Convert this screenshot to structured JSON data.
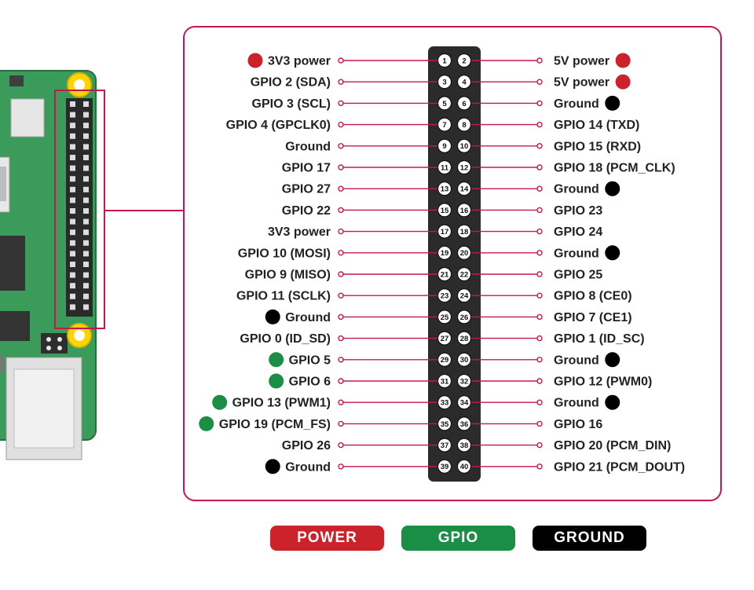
{
  "colors": {
    "power": "#cc2229",
    "gpio": "#1b8e45",
    "ground": "#000000",
    "frame": "#c5184e",
    "header_body": "#2b2b2b",
    "board": "#3b9b5a"
  },
  "left_pins": [
    {
      "num": "1",
      "label": "3V3 power",
      "type": "power"
    },
    {
      "num": "3",
      "label": "GPIO 2 (SDA)",
      "type": ""
    },
    {
      "num": "5",
      "label": "GPIO 3 (SCL)",
      "type": ""
    },
    {
      "num": "7",
      "label": "GPIO 4 (GPCLK0)",
      "type": ""
    },
    {
      "num": "9",
      "label": "Ground",
      "type": ""
    },
    {
      "num": "11",
      "label": "GPIO 17",
      "type": ""
    },
    {
      "num": "13",
      "label": "GPIO 27",
      "type": ""
    },
    {
      "num": "15",
      "label": "GPIO 22",
      "type": ""
    },
    {
      "num": "17",
      "label": "3V3 power",
      "type": ""
    },
    {
      "num": "19",
      "label": "GPIO 10 (MOSI)",
      "type": ""
    },
    {
      "num": "21",
      "label": "GPIO 9 (MISO)",
      "type": ""
    },
    {
      "num": "23",
      "label": "GPIO 11 (SCLK)",
      "type": ""
    },
    {
      "num": "25",
      "label": "Ground",
      "type": "ground"
    },
    {
      "num": "27",
      "label": "GPIO 0 (ID_SD)",
      "type": ""
    },
    {
      "num": "29",
      "label": "GPIO 5",
      "type": "gpio"
    },
    {
      "num": "31",
      "label": "GPIO 6",
      "type": "gpio"
    },
    {
      "num": "33",
      "label": "GPIO 13 (PWM1)",
      "type": "gpio"
    },
    {
      "num": "35",
      "label": "GPIO 19 (PCM_FS)",
      "type": "gpio"
    },
    {
      "num": "37",
      "label": "GPIO 26",
      "type": ""
    },
    {
      "num": "39",
      "label": "Ground",
      "type": "ground"
    }
  ],
  "right_pins": [
    {
      "num": "2",
      "label": "5V power",
      "type": "power"
    },
    {
      "num": "4",
      "label": "5V power",
      "type": "power"
    },
    {
      "num": "6",
      "label": "Ground",
      "type": "ground"
    },
    {
      "num": "8",
      "label": "GPIO 14 (TXD)",
      "type": ""
    },
    {
      "num": "10",
      "label": "GPIO 15 (RXD)",
      "type": ""
    },
    {
      "num": "12",
      "label": "GPIO 18 (PCM_CLK)",
      "type": ""
    },
    {
      "num": "14",
      "label": "Ground",
      "type": "ground"
    },
    {
      "num": "16",
      "label": "GPIO 23",
      "type": ""
    },
    {
      "num": "18",
      "label": "GPIO 24",
      "type": ""
    },
    {
      "num": "20",
      "label": "Ground",
      "type": "ground"
    },
    {
      "num": "22",
      "label": "GPIO 25",
      "type": ""
    },
    {
      "num": "24",
      "label": "GPIO 8 (CE0)",
      "type": ""
    },
    {
      "num": "26",
      "label": "GPIO 7 (CE1)",
      "type": ""
    },
    {
      "num": "28",
      "label": "GPIO 1 (ID_SC)",
      "type": ""
    },
    {
      "num": "30",
      "label": "Ground",
      "type": "ground"
    },
    {
      "num": "32",
      "label": "GPIO 12 (PWM0)",
      "type": ""
    },
    {
      "num": "34",
      "label": "Ground",
      "type": "ground"
    },
    {
      "num": "36",
      "label": "GPIO 16",
      "type": ""
    },
    {
      "num": "38",
      "label": "GPIO 20 (PCM_DIN)",
      "type": ""
    },
    {
      "num": "40",
      "label": "GPIO 21 (PCM_DOUT)",
      "type": ""
    }
  ],
  "legend": {
    "power": "POWER",
    "gpio": "GPIO",
    "ground": "GROUND"
  }
}
